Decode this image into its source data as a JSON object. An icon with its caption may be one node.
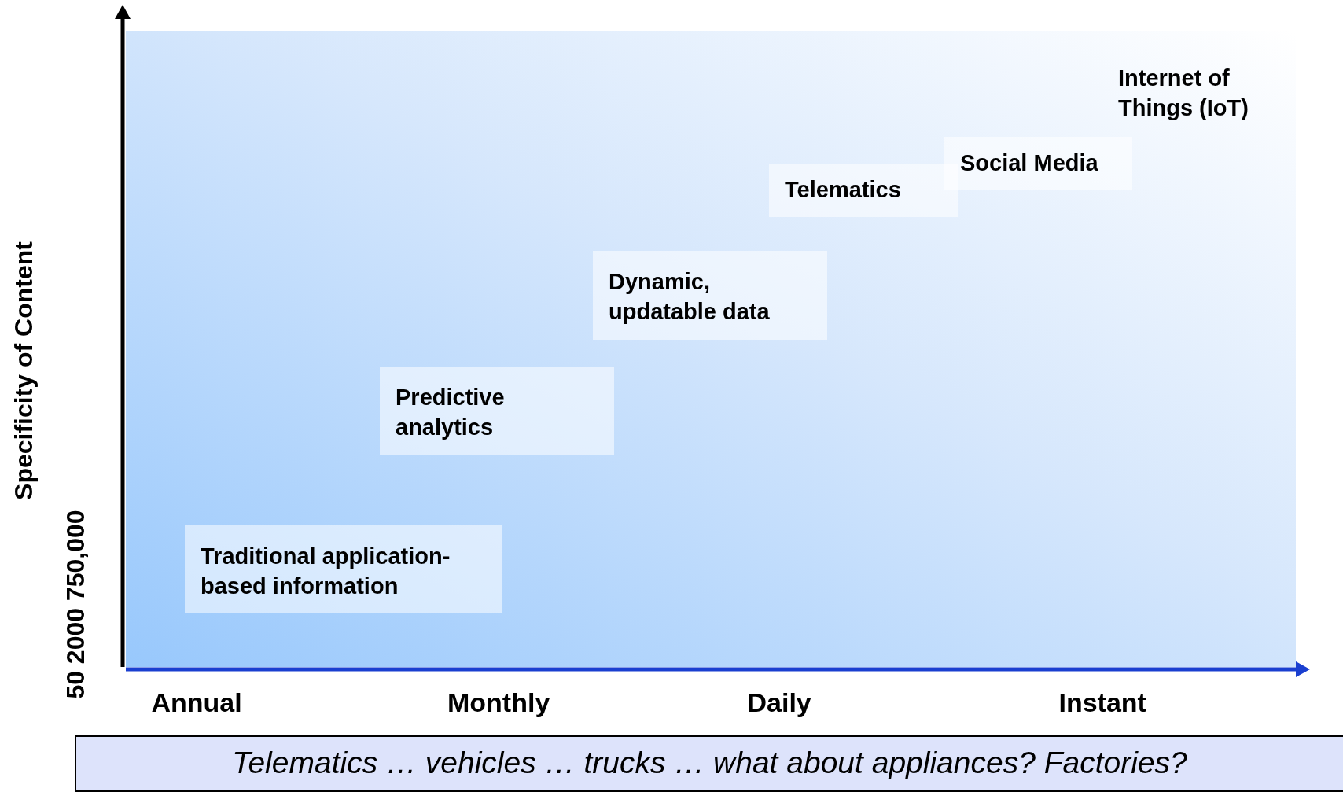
{
  "diagram": {
    "nodes": [
      {
        "text": [
          "Traditional application-based information"
        ]
      },
      {
        "text": [
          "Predictive analytics"
        ]
      },
      {
        "text": [
          "Dynamic, updatable data"
        ]
      },
      {
        "text": [
          "Telematics"
        ]
      },
      {
        "text": [
          "Social Media"
        ]
      },
      {
        "text": [
          "Telematics … vehicles … trucks … what about appliances? Factories?"
        ]
      }
    ],
    "labels": [
      "Internet of Things (IoT)",
      "Specificity of Content",
      "50 2000 750,000",
      "Annual",
      "Monthly",
      "Daily",
      "Instant"
    ]
  }
}
